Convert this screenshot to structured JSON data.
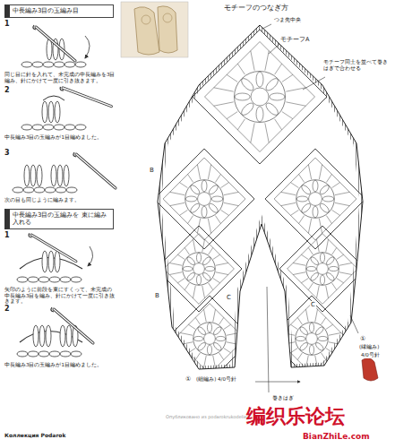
{
  "diagram": {
    "nodes": [
      {
        "text": [
          "中長編み3目の玉編み目"
        ]
      },
      {
        "text": [
          "中長編み3目の玉編みを 束に編み入れる"
        ]
      }
    ],
    "edges": [],
    "labels": [
      "1",
      "同じ目に針を入れて、未完成の中長編みを3目編み、針にかけて一度に引き抜きます。",
      "2",
      "中長編み3目の玉編みが1目編めました。",
      "3",
      "次の目も同じように編みます。",
      "1",
      "矢印のように前段を束にすくって、未完成の中長編み3目を編み、針にかけて一度に引き抜きます。",
      "2",
      "中長編み3目の玉編みが1目編めました。",
      "Коллекция Podarok",
      "モチーフのつなぎ方",
      "つま先中央",
      "モチーフA",
      "モチーフ同士を並べて巻きはぎで合わせる",
      "B",
      "B",
      "C",
      "C",
      "①",
      "(縁編み)",
      "4/0号針",
      "①",
      "(細編み) 4/0号針",
      "巻きはぎ",
      "Опубликовано из podarokrukodelie",
      "编织乐论坛",
      "BianZhiLe.com"
    ]
  }
}
